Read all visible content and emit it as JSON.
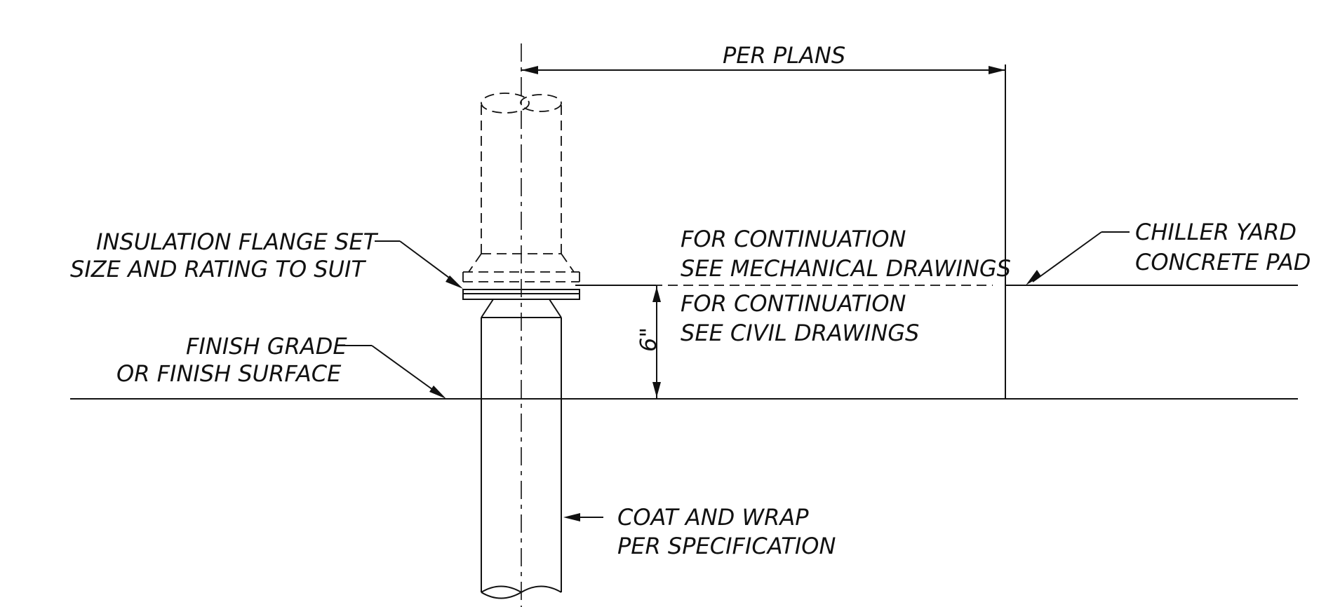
{
  "labels": {
    "per_plans": "PER PLANS",
    "insulation_line1": "INSULATION FLANGE SET",
    "insulation_line2": "SIZE AND RATING TO SUIT",
    "mech_line1": "FOR CONTINUATION",
    "mech_line2": "SEE MECHANICAL DRAWINGS",
    "civil_line1": "FOR CONTINUATION",
    "civil_line2": "SEE CIVIL DRAWINGS",
    "chiller_line1": "CHILLER YARD",
    "chiller_line2": "CONCRETE PAD",
    "finish_line1": "FINISH GRADE",
    "finish_line2": "OR FINISH SURFACE",
    "dimension_6": "6\"",
    "coat_line1": "COAT AND WRAP",
    "coat_line2": "PER SPECIFICATION"
  },
  "colors": {
    "ink": "#111111",
    "paper": "#ffffff"
  }
}
